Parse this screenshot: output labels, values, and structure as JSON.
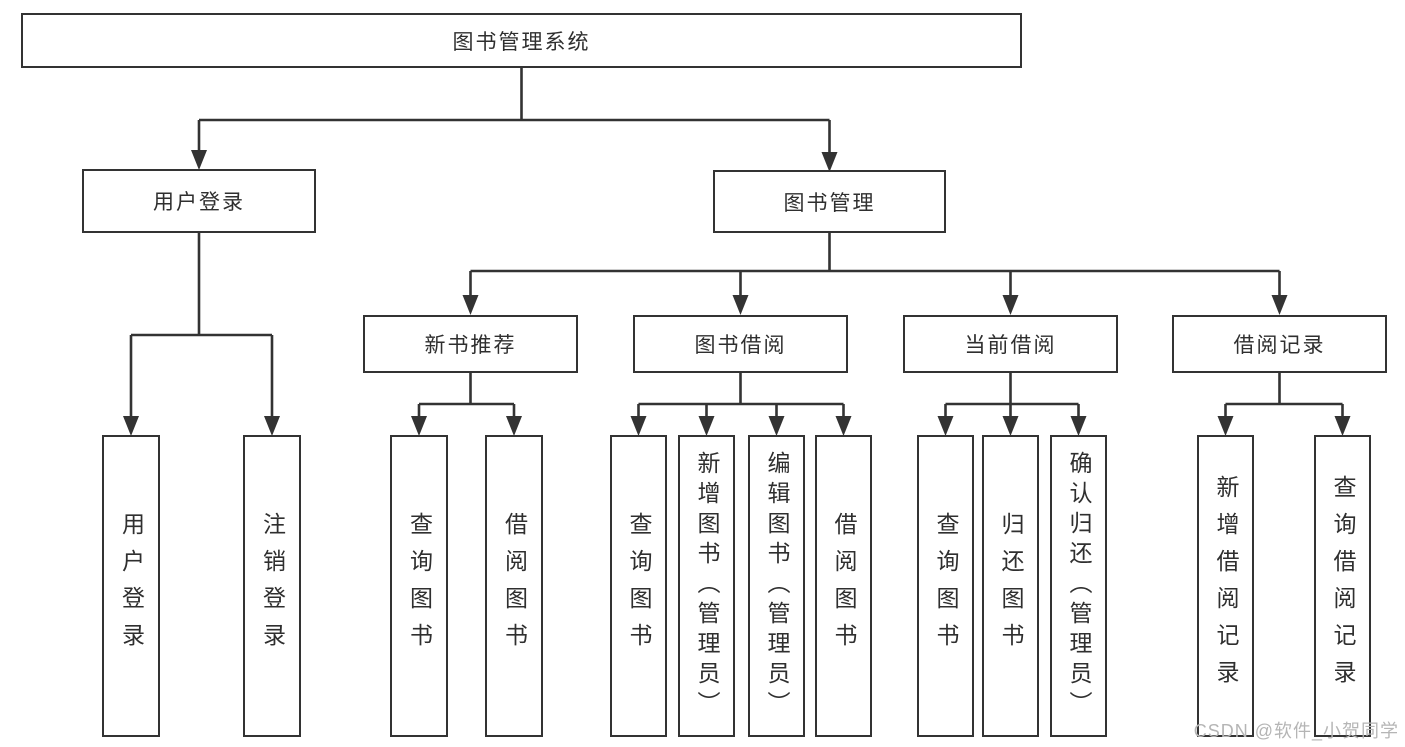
{
  "diagram": {
    "root": "图书管理系统",
    "branches": [
      {
        "label": "用户登录",
        "children": [
          "用户登录",
          "注销登录"
        ]
      },
      {
        "label": "图书管理",
        "sections": [
          {
            "label": "新书推荐",
            "children": [
              "查询图书",
              "借阅图书"
            ]
          },
          {
            "label": "图书借阅",
            "children": [
              "查询图书",
              "新增图书（管理员）",
              "编辑图书（管理员）",
              "借阅图书"
            ]
          },
          {
            "label": "当前借阅",
            "children": [
              "查询图书",
              "归还图书",
              "确认归还（管理员）"
            ]
          },
          {
            "label": "借阅记录",
            "children": [
              "新增借阅记录",
              "查询借阅记录"
            ]
          }
        ]
      }
    ]
  },
  "watermark": "CSDN @软件_小贺同学",
  "colors": {
    "line": "#333333",
    "text": "#2f2f2f",
    "box_background": "#ffffff",
    "page_background": "#ffffff",
    "watermark": "#b5b5b5"
  }
}
